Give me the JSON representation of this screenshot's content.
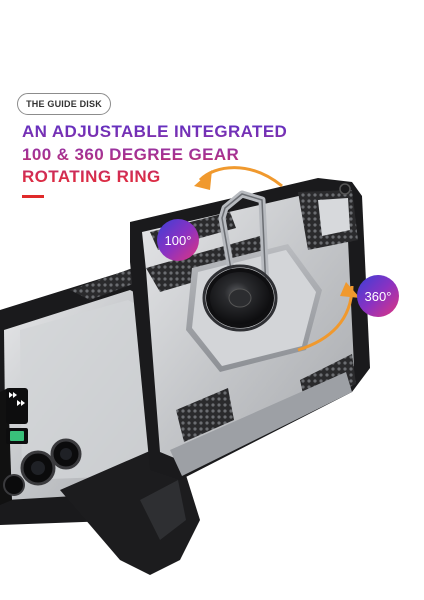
{
  "badge": {
    "label": "THE GUIDE DISK"
  },
  "headline": {
    "lines": [
      "AN ADJUSTABLE INTEGRATED",
      "100 & 360 DEGREE GEAR",
      "ROTATING RING"
    ]
  },
  "callouts": {
    "angle_small": "100°",
    "angle_large": "360°"
  },
  "colors": {
    "headline_top": "#5a2fc6",
    "headline_bottom": "#e52b36",
    "accent_red": "#e02a2a",
    "arrow_orange": "#f0992e",
    "case_silver": "#c9cbce",
    "case_black": "#1c1c1e"
  },
  "icons": [
    "double-arrow-icon",
    "fast-forward-icon",
    "camera-lens-icon"
  ]
}
